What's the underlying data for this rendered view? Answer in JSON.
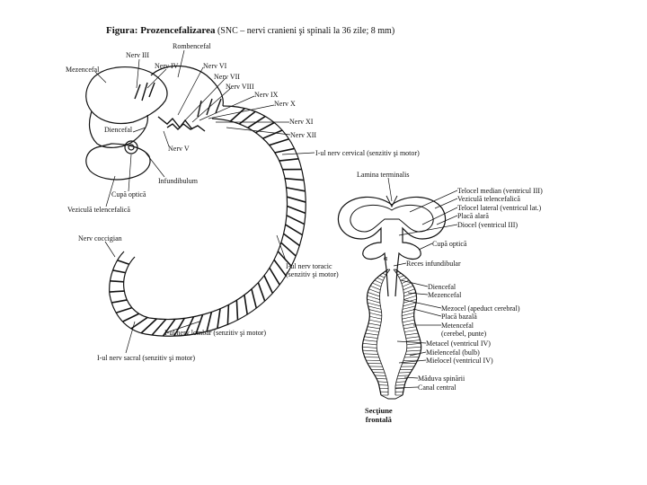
{
  "title": {
    "bold": "Figura: Prozencefalizarea",
    "rest": "(SNC – nervi cranieni şi spinali la 36 zile; 8 mm)"
  },
  "embryo_labels": {
    "rombencefal": "Rombencefal",
    "nerv_iii": "Nerv III",
    "nerv_iv": "Nerv IV",
    "mezencefal": "Mezencefal",
    "nerv_vi": "Nerv VI",
    "nerv_vii": "Nerv VII",
    "nerv_viii": "Nerv VIII",
    "nerv_ix": "Nerv IX",
    "nerv_x": "Nerv X",
    "nerv_xi": "Nerv XI",
    "nerv_xii": "Nerv XII",
    "diencefal": "Diencefal",
    "nerv_v": "Nerv V",
    "nerv_cervical": "I-ul nerv cervical (senzitiv şi motor)",
    "infundibulum": "Infundibulum",
    "cupa_optica": "Cupă optică",
    "vezicula_telencefalica": "Veziculă telencefalică",
    "nerv_coccigian": "Nerv coccigian",
    "nerv_toracic_1": "I-ul nerv toracic",
    "nerv_toracic_2": "(senzitiv şi motor)",
    "nerv_lombar": "I-ul nerv lombar (senzitiv şi motor)",
    "nerv_sacral": "I-ul nerv sacral (senzitiv şi motor)"
  },
  "section_labels": {
    "lamina_terminalis": "Lamina terminalis",
    "telocel_median": "Telocel median (ventricul III)",
    "vezicula_telencefalica": "Veziculă telencefalică",
    "telocel_lateral": "Telocel lateral (ventricul lat.)",
    "placa_alara": "Placă alară",
    "diocel": "Diocel (ventricul III)",
    "cupa_optica": "Cupă optică",
    "reces_infundibular": "Reces infundibular",
    "diencefal": "Diencefal",
    "mezencefal": "Mezencefal",
    "mezocel": "Mezocel (apeduct cerebral)",
    "placa_bazala": "Placă bazală",
    "metencefal_1": "Metencefal",
    "metencefal_2": "(cerebel, punte)",
    "metacel": "Metacel (ventricul IV)",
    "mielencefal": "Mielencefal (bulb)",
    "mielocel": "Mielocel (ventricul IV)",
    "maduva_spinarii": "Măduva spinării",
    "canal_central": "Canal central",
    "alpha": "α"
  },
  "section_caption": {
    "line1": "Secţiune",
    "line2": "frontală"
  }
}
